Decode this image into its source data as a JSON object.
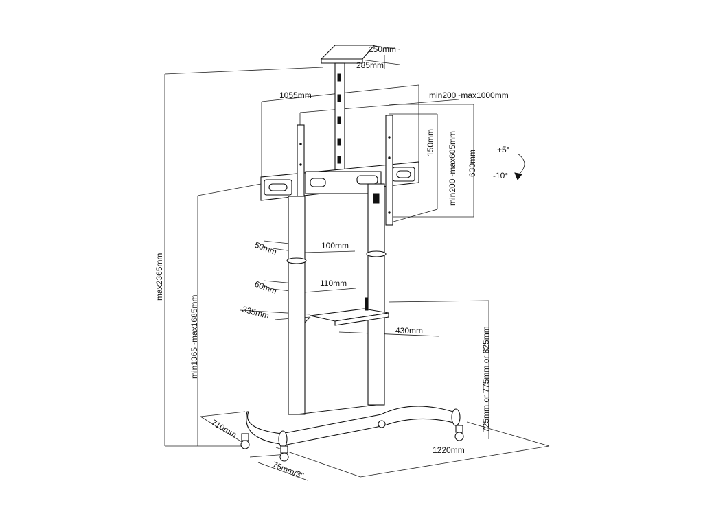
{
  "dimensions": {
    "top_plate_width": "150mm",
    "top_plate_depth": "285mm",
    "bracket_span": "1055mm",
    "vesa_horizontal": "min200~max1000mm",
    "rail_offset": "150mm",
    "vesa_vertical": "min200~max605mm",
    "rail_height": "630mm",
    "tilt_up": "+5°",
    "tilt_down": "-10°",
    "total_height": "max2365mm",
    "mount_height": "min1365~max1685mm",
    "column_width": "100mm",
    "column_depth": "50mm",
    "column_width_lower": "110mm",
    "column_depth_lower": "60mm",
    "shelf_depth": "335mm",
    "shelf_width": "430mm",
    "shelf_height": "725mm or 775mm or 825mm",
    "base_depth": "710mm",
    "base_width": "1220mm",
    "caster": "75mm/3\""
  }
}
